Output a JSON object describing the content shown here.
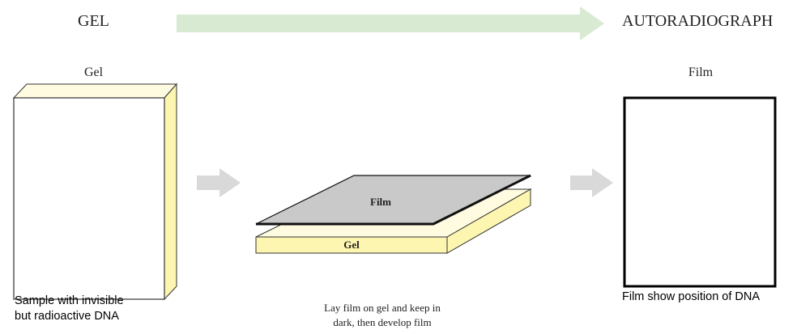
{
  "header": {
    "left": "GEL",
    "right": "AUTORADIOGRAPH"
  },
  "gel_panel": {
    "title": "Gel",
    "caption_line1": "Sample with invisible",
    "caption_line2": "but radioactive DNA"
  },
  "middle_panel": {
    "film_label": "Film",
    "gel_label": "Gel",
    "caption_line1": "Lay film on gel and keep in",
    "caption_line2": "dark, then develop film"
  },
  "film_panel": {
    "title": "Film",
    "caption": "Film show position of DNA"
  },
  "colors": {
    "gel": "#fdf6b0",
    "gel_top": "#fffbe0",
    "film": "#c9c9c9",
    "main_arrow": "#d9ead3",
    "step_arrow": "#d9d9d9"
  }
}
